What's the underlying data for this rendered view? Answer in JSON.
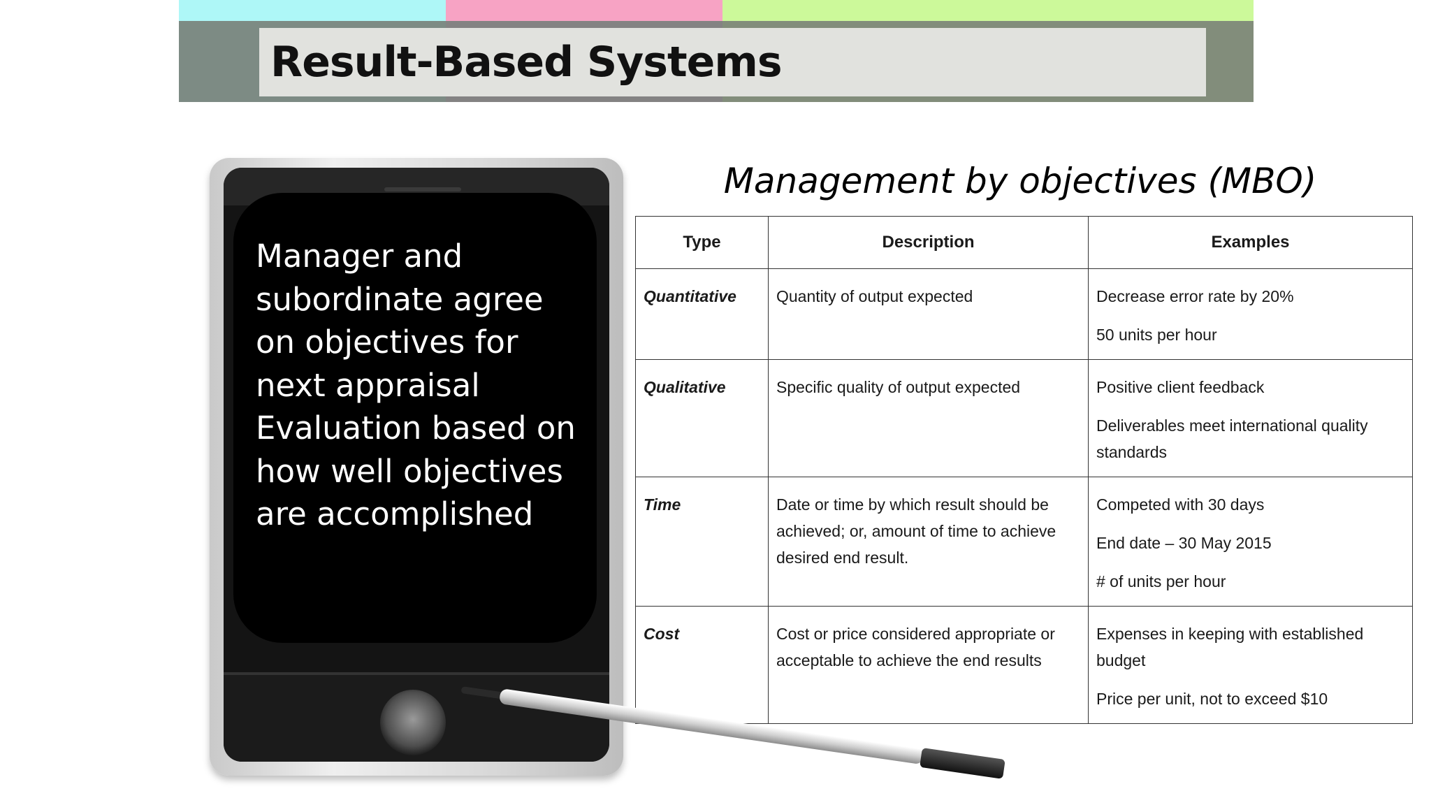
{
  "slide": {
    "title": "Result-Based Systems",
    "banner_colors": [
      "#aef7f7",
      "#f7a3c4",
      "#ccf99a"
    ]
  },
  "tablet": {
    "lines": [
      "Manager and subordinate agree on objectives for next appraisal",
      "Evaluation based on how well objectives are accomplished"
    ]
  },
  "table": {
    "heading": "Management by objectives (MBO)",
    "headers": [
      "Type",
      "Description",
      "Examples"
    ],
    "rows": [
      {
        "type": "Quantitative",
        "description": "Quantity of output expected",
        "examples": [
          "Decrease error rate by 20%",
          "50 units per hour"
        ]
      },
      {
        "type": "Qualitative",
        "description": "Specific quality of output expected",
        "examples": [
          "Positive client feedback",
          "Deliverables meet international quality standards"
        ]
      },
      {
        "type": "Time",
        "description": "Date or time by which result should be achieved; or, amount of time to achieve desired end result.",
        "examples": [
          "Competed with 30 days",
          "End date – 30 May 2015",
          "# of units per hour"
        ]
      },
      {
        "type": "Cost",
        "description": "Cost or price considered appropriate or acceptable to achieve the end results",
        "examples": [
          "Expenses in keeping with established budget",
          "Price per unit, not to exceed $10"
        ]
      }
    ]
  }
}
